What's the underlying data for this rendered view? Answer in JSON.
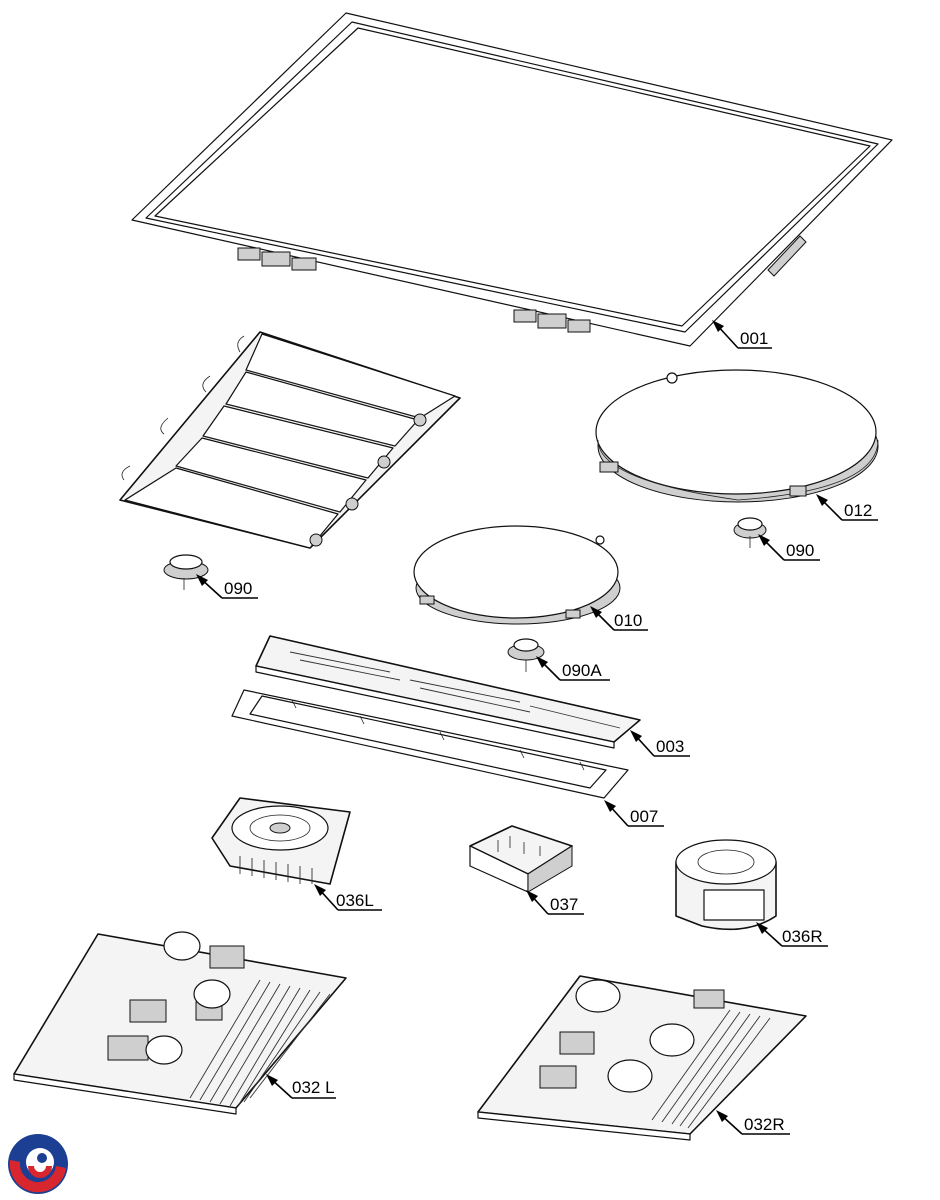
{
  "parts": [
    {
      "id": "glass_frame",
      "label": "001"
    },
    {
      "id": "coil_large",
      "label": "012"
    },
    {
      "id": "sensor_right",
      "label": "090"
    },
    {
      "id": "sensor_left",
      "label": "090"
    },
    {
      "id": "coil_medium",
      "label": "010"
    },
    {
      "id": "sensor_center",
      "label": "090A"
    },
    {
      "id": "control_board",
      "label": "003"
    },
    {
      "id": "board_frame",
      "label": "007"
    },
    {
      "id": "fan_left",
      "label": "036L"
    },
    {
      "id": "filter_block",
      "label": "037"
    },
    {
      "id": "fan_right",
      "label": "036R"
    },
    {
      "id": "pcb_left",
      "label": "032 L"
    },
    {
      "id": "pcb_right",
      "label": "032R"
    }
  ],
  "logo": {
    "name": "brand-logo",
    "colors": [
      "#1d3f93",
      "#d8262e"
    ]
  }
}
